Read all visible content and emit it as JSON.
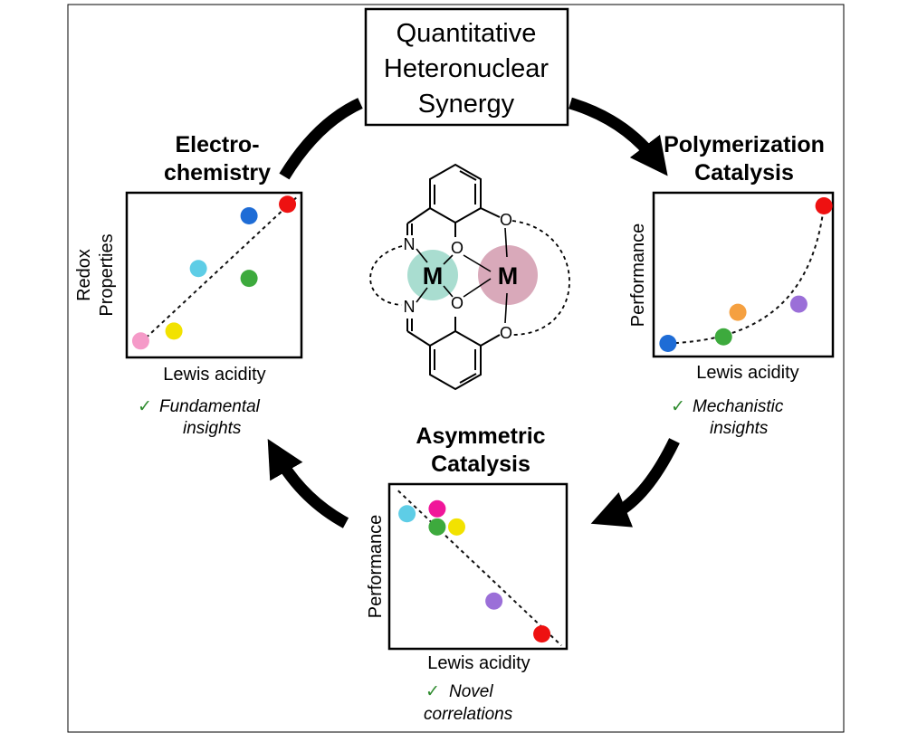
{
  "title_box": {
    "lines": [
      "Quantitative",
      "Heteronuclear",
      "Synergy"
    ]
  },
  "molecule": {
    "metal_label_1": "M",
    "metal_label_2": "M",
    "atom_o": "O",
    "atom_n": "N",
    "metal_colors": [
      "#a9ddd0",
      "#d9a9ba"
    ]
  },
  "panels": {
    "electrochemistry": {
      "heading": [
        "Electro-",
        "chemistry"
      ],
      "ylabel": [
        "Redox",
        "Properties"
      ],
      "xlabel": "Lewis acidity",
      "note": [
        "Fundamental",
        "insights"
      ],
      "trend": "linear increasing",
      "points": [
        {
          "x": 0.08,
          "y": 0.1,
          "color": "#f59ac8"
        },
        {
          "x": 0.27,
          "y": 0.16,
          "color": "#f2e200"
        },
        {
          "x": 0.41,
          "y": 0.54,
          "color": "#5ecde6"
        },
        {
          "x": 0.7,
          "y": 0.48,
          "color": "#3daa3d"
        },
        {
          "x": 0.7,
          "y": 0.86,
          "color": "#1e6cd6"
        },
        {
          "x": 0.92,
          "y": 0.93,
          "color": "#ee1111"
        }
      ]
    },
    "polymerization": {
      "heading": [
        "Polymerization",
        "Catalysis"
      ],
      "ylabel": [
        "Performance"
      ],
      "xlabel": "Lewis acidity",
      "note": [
        "Mechanistic",
        "insights"
      ],
      "trend": "exponential increasing",
      "points": [
        {
          "x": 0.08,
          "y": 0.08,
          "color": "#1e6cd6"
        },
        {
          "x": 0.39,
          "y": 0.12,
          "color": "#3daa3d"
        },
        {
          "x": 0.47,
          "y": 0.27,
          "color": "#f5a040"
        },
        {
          "x": 0.81,
          "y": 0.32,
          "color": "#9b6fd8"
        },
        {
          "x": 0.95,
          "y": 0.92,
          "color": "#ee1111"
        }
      ]
    },
    "asymmetric": {
      "heading": [
        "Asymmetric",
        "Catalysis"
      ],
      "ylabel": [
        "Performance"
      ],
      "xlabel": "Lewis acidity",
      "note": [
        "Novel",
        "correlations"
      ],
      "trend": "linear decreasing",
      "points": [
        {
          "x": 0.1,
          "y": 0.82,
          "color": "#5ecde6"
        },
        {
          "x": 0.27,
          "y": 0.85,
          "color": "#f0169a"
        },
        {
          "x": 0.27,
          "y": 0.74,
          "color": "#3daa3d"
        },
        {
          "x": 0.38,
          "y": 0.74,
          "color": "#f2e200"
        },
        {
          "x": 0.59,
          "y": 0.29,
          "color": "#9b6fd8"
        },
        {
          "x": 0.86,
          "y": 0.09,
          "color": "#ee1111"
        }
      ]
    }
  },
  "check_mark": "✓",
  "colors": {
    "check": "#2e8b2e",
    "arrow": "#000000",
    "dashed": "#111111"
  }
}
